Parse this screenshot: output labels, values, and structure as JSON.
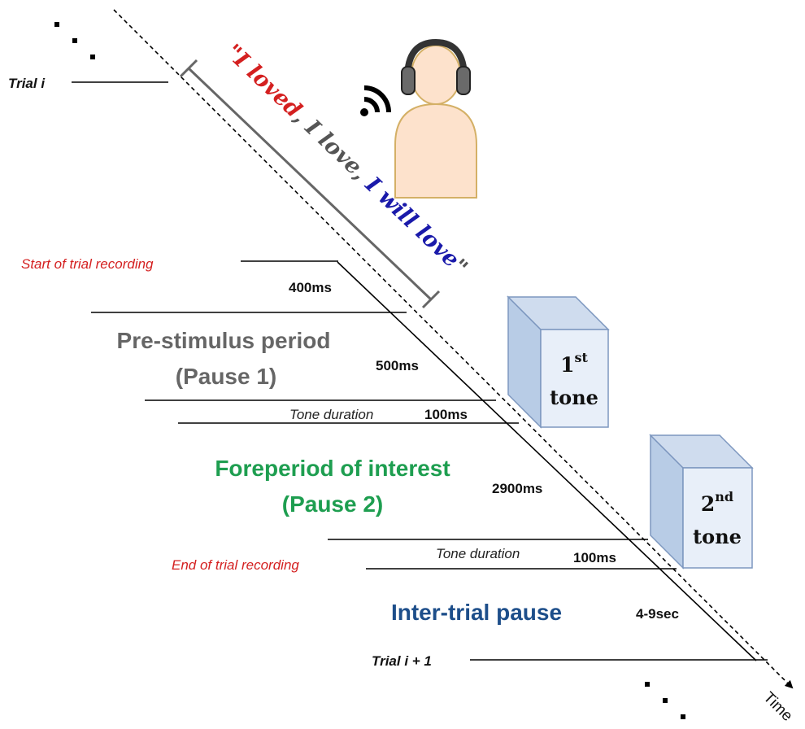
{
  "trial_start": {
    "prefix": "Trial ",
    "var": "i"
  },
  "trial_next": {
    "prefix": "Trial ",
    "var": "i",
    "suffix": " + 1"
  },
  "stimulus": {
    "part1": "\"I loved",
    "part2": ", I love, ",
    "part3": "I will love",
    "part4": "\""
  },
  "colors": {
    "red": "#d42020",
    "gray": "#555555",
    "blue": "#1a1aaa",
    "green": "#1e9e50",
    "navy": "#1d4e8a",
    "box_face": "#dfe9f7",
    "box_side": "#b8cce6",
    "box_stroke": "#7d97bf",
    "skin": "#fde2cc",
    "body_stroke": "#d4b066"
  },
  "labels": {
    "start_recording": "Start of trial recording",
    "end_recording": "End of trial recording",
    "pre_stimulus": "Pre-stimulus period",
    "pause1": "(Pause 1)",
    "foreperiod": "Foreperiod of interest",
    "pause2": "(Pause 2)",
    "inter_trial": "Inter-trial pause",
    "tone_duration_1": "Tone duration",
    "tone_duration_2": "Tone duration",
    "time": "Time"
  },
  "durations": {
    "d400": "400ms",
    "d500": "500ms",
    "d100a": "100ms",
    "d2900": "2900ms",
    "d100b": "100ms",
    "d4_9": "4-9sec"
  },
  "tones": {
    "first_num": "1",
    "first_sup": "st",
    "second_num": "2",
    "second_sup": "nd",
    "word": "tone"
  },
  "icons": [
    "ellipsis-dots-icon",
    "listener-headphones-icon",
    "sound-waves-icon",
    "time-arrow-icon"
  ]
}
